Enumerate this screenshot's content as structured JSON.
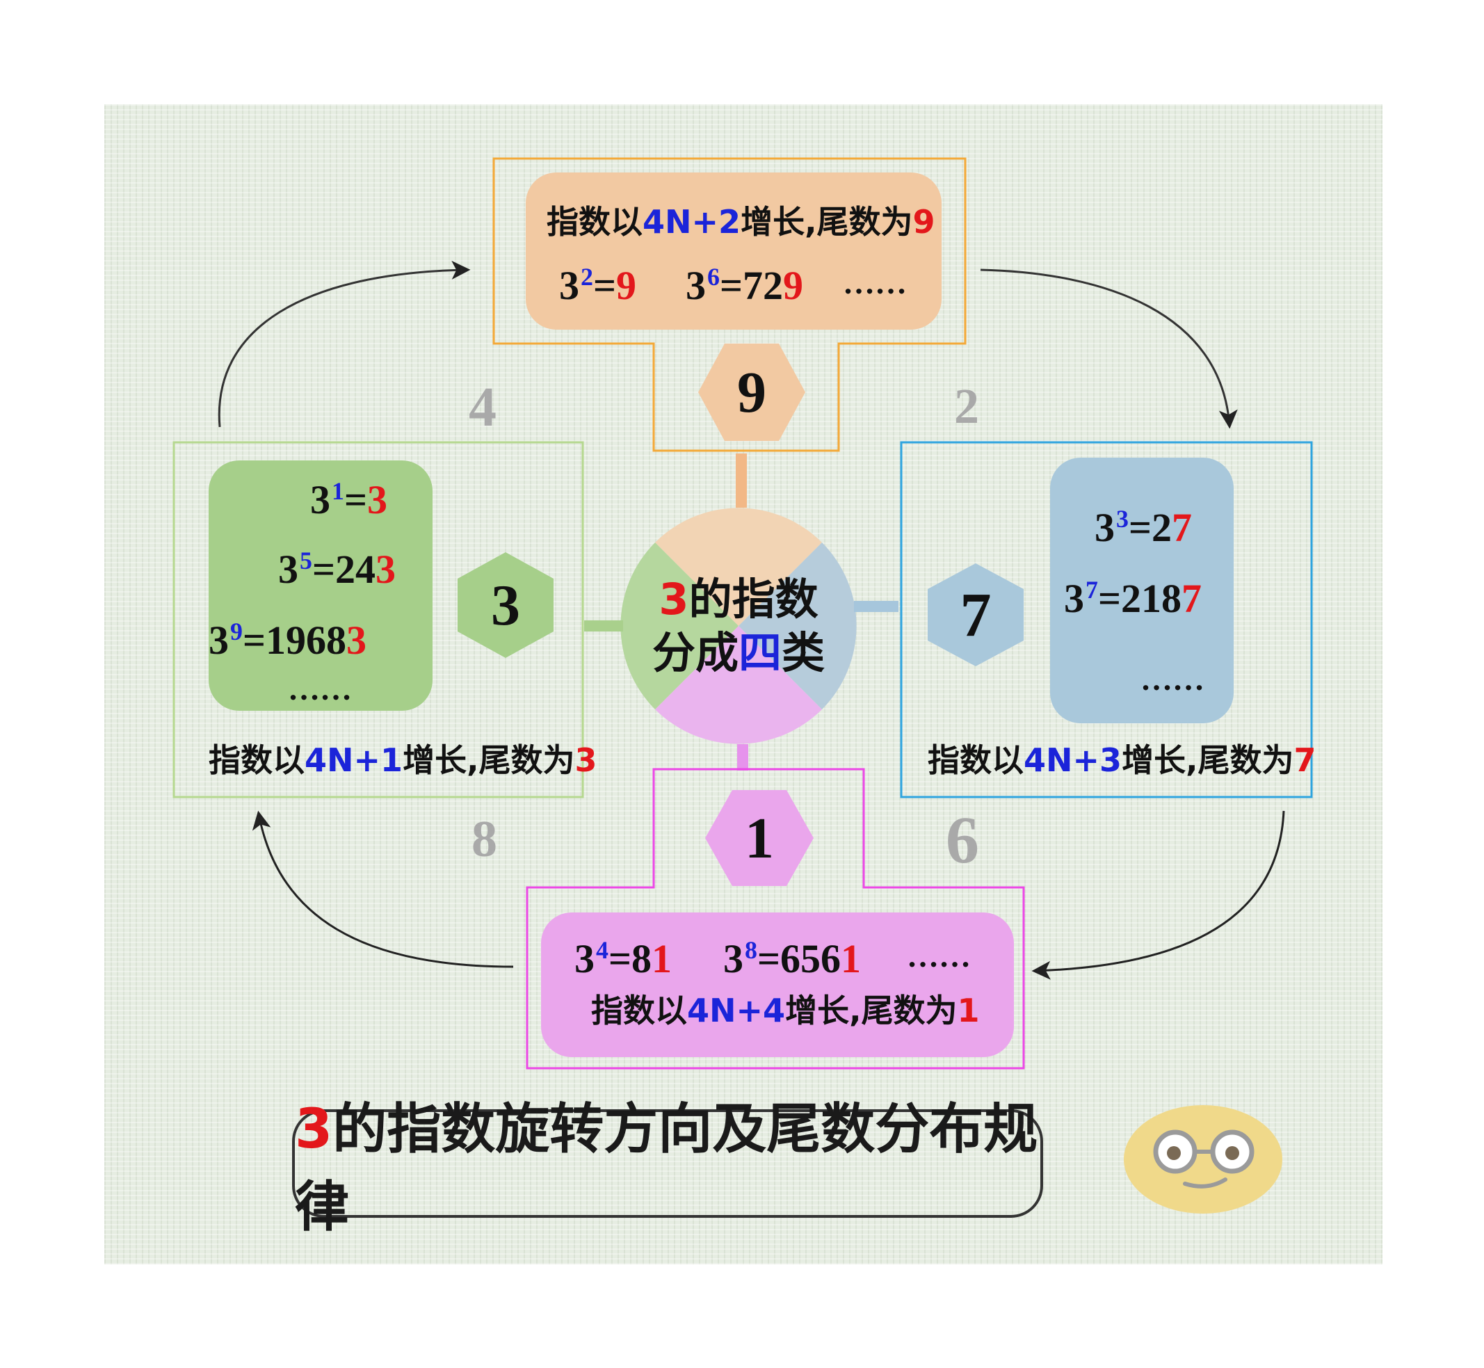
{
  "groups": {
    "g9": {
      "rule": {
        "a": "指数以",
        "b": "4N+2",
        "c": "增长,尾数为",
        "d": "9"
      },
      "ex1": {
        "base": "3",
        "exp": "2",
        "eq": "=",
        "tail": "9"
      },
      "ex2": {
        "base": "3",
        "exp": "6",
        "eq": "=72",
        "tail": "9"
      },
      "more": "……",
      "hex": "9"
    },
    "g7": {
      "rule": {
        "a": "指数以",
        "b": "4N+3",
        "c": "增长,尾数为",
        "d": "7"
      },
      "ex1": {
        "base": "3",
        "exp": "3",
        "eq": "=2",
        "tail": "7"
      },
      "ex2": {
        "base": "3",
        "exp": "7",
        "eq": "=218",
        "tail": "7"
      },
      "more": "……",
      "hex": "7"
    },
    "g1": {
      "rule": {
        "a": "指数以",
        "b": "4N+4",
        "c": "增长,尾数为",
        "d": "1"
      },
      "ex1": {
        "base": "3",
        "exp": "4",
        "eq": "=8",
        "tail": "1"
      },
      "ex2": {
        "base": "3",
        "exp": "8",
        "eq": "=656",
        "tail": "1"
      },
      "more": "……",
      "hex": "1"
    },
    "g3": {
      "rule": {
        "a": "指数以",
        "b": "4N+1",
        "c": "增长,尾数为",
        "d": "3"
      },
      "ex1": {
        "base": "3",
        "exp": "1",
        "eq": "=",
        "tail": "3"
      },
      "ex2": {
        "base": "3",
        "exp": "5",
        "eq": "=24",
        "tail": "3"
      },
      "ex3": {
        "base": "3",
        "exp": "9",
        "eq": "=1968",
        "tail": "3"
      },
      "more": "……",
      "hex": "3"
    }
  },
  "center": {
    "l1a": "3",
    "l1b": "的指数",
    "l2a": "分成",
    "l2b": "四",
    "l2c": "类"
  },
  "steps": {
    "s2": "2",
    "s4": "4",
    "s6": "6",
    "s8": "8"
  },
  "title": {
    "a": "3",
    "b": "的指数旋转方向及尾数分布规律"
  },
  "colors": {
    "orange_fill": "#f2c9a2",
    "orange_line": "#f4a938",
    "blue_fill": "#a9c8db",
    "blue_line": "#2ea4df",
    "pink_fill": "#eaa6ec",
    "pink_line": "#ec48e6",
    "green_fill": "#a6cf8a",
    "green_line": "#b5d88f",
    "accent_blue": "#1b24d9",
    "accent_red": "#e3171b",
    "step_gray": "#a9a9a9"
  },
  "icons": {
    "face": "nerd-face-icon",
    "arrows": "cycle-arrow-icon"
  }
}
